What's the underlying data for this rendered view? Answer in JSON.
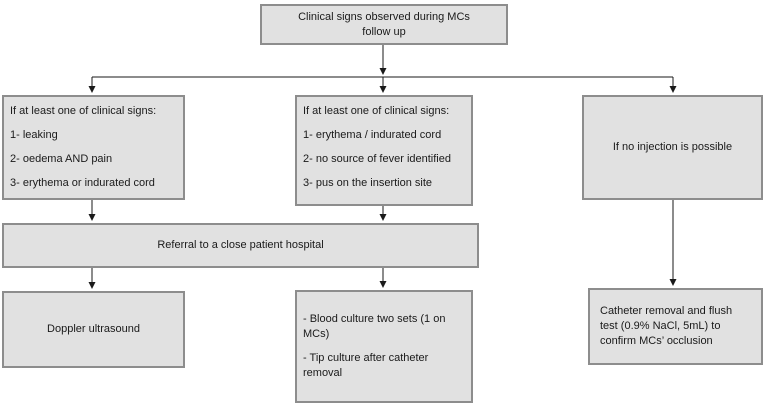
{
  "flowchart": {
    "root": {
      "line1": "Clinical signs observed during MCs",
      "line2": "follow up"
    },
    "left_condition": {
      "title": "If at least one of clinical signs:",
      "items": [
        "1- leaking",
        "2- oedema AND pain",
        "3- erythema or indurated cord"
      ]
    },
    "central_condition": {
      "title": "If at least one of clinical signs:",
      "items": [
        "1- erythema / indurated cord",
        "2- no source of fever identified",
        "3- pus on the insertion site"
      ]
    },
    "no_injection": {
      "text": "If no injection is possible"
    },
    "referral": {
      "text": "Referral to a close patient hospital"
    },
    "doppler": {
      "text": "Doppler ultrasound"
    },
    "cultures": {
      "items": [
        "- Blood culture two sets (1 on MCs)",
        "- Tip culture after catheter removal"
      ]
    },
    "catheter_removal": {
      "text": "Catheter removal and flush test (0.9% NaCl, 5mL) to confirm MCs’ occlusion"
    }
  },
  "colors": {
    "box_fill": "#e1e1e1",
    "box_border": "#8d8d8d",
    "connector": "#1a1a1a",
    "background": "#ffffff"
  }
}
